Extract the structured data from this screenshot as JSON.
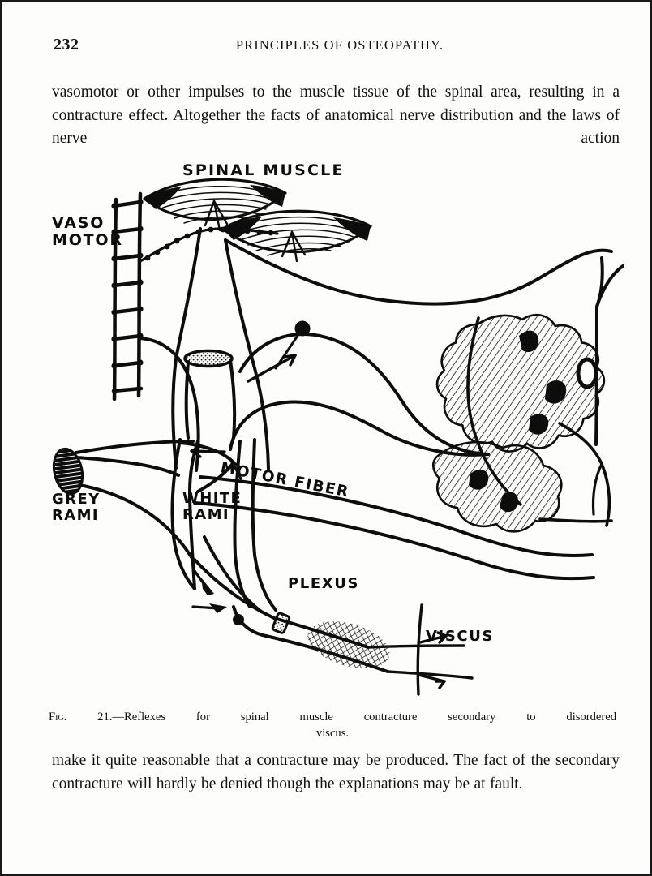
{
  "page": {
    "folio": "232",
    "running_head": "PRINCIPLES OF OSTEOPATHY."
  },
  "paragraphs": {
    "top": "vasomotor or other impulses to the muscle tissue of the spinal area, resulting in a contracture effect.  Altogether the facts of anatomical nerve distribution and the laws of nerve action",
    "bottom": "make it quite reasonable that a contracture may be produced. The fact of the secondary contracture will hardly be denied though the explanations may be at fault."
  },
  "caption": {
    "figure_number": "Fig. 21.",
    "line1": "—Reflexes for spinal muscle contracture secondary to disordered",
    "line2": "viscus.",
    "full": "Fig. 21.—Reflexes for spinal muscle contracture secondary to disordered viscus."
  },
  "figure": {
    "labels": {
      "spinal_muscle": "SPINAL MUSCLE",
      "vaso_motor": "VASO\nMOTOR",
      "grey_rami": "GREY\nRAMI",
      "white_rami": "WHITE\nRAMI",
      "motor_fiber": "MOTOR FIBER",
      "plexus": "PLEXUS",
      "viscus": "VISCUS"
    },
    "ink_color": "#0d0d0d",
    "paper_color": "#fdfdfb"
  }
}
